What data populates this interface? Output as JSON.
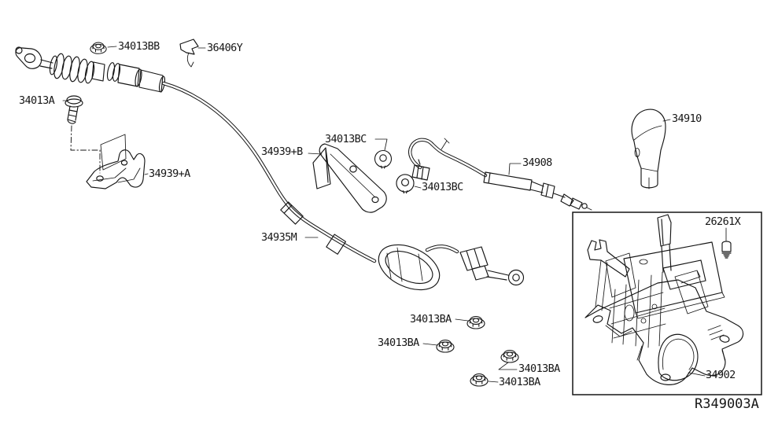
{
  "diagram": {
    "type": "exploded-parts-diagram",
    "subject": "transmission control shift cable and shifter assembly",
    "background_color": "#ffffff",
    "line_color": "#161616",
    "ref_code": "R349003A",
    "parts": [
      "34013BB",
      "36406Y",
      "34013A",
      "34939+A",
      "34939+B",
      "34013BC",
      "34013BC",
      "34908",
      "34910",
      "34935M",
      "26261X",
      "34013BA",
      "34013BA",
      "34013BA",
      "34013BA",
      "34902"
    ]
  }
}
